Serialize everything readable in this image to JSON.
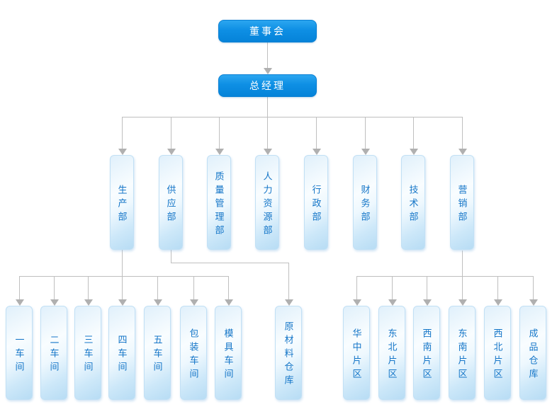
{
  "chart": {
    "type": "org-chart",
    "root": "董事会",
    "general_manager": "总经理",
    "departments": [
      "生产部",
      "供应部",
      "质量管理部",
      "人力资源部",
      "行政部",
      "财务部",
      "技术部",
      "营销部"
    ],
    "groups": [
      {
        "parent": "生产部",
        "children": [
          "一车间",
          "二车间",
          "三车间",
          "四车间",
          "五车间",
          "包装车间",
          "模具车间"
        ]
      },
      {
        "parent": "供应部",
        "children": [
          "原材料仓库"
        ]
      },
      {
        "parent": "营销部",
        "children": [
          "华中片区",
          "东北片区",
          "西南片区",
          "东南片区",
          "西北片区",
          "成品仓库"
        ]
      }
    ],
    "colors": {
      "executive_box_top": "#2ba6f0",
      "executive_box_bottom": "#0583d9",
      "executive_text": "#ffffff",
      "leaf_box_light": "#f9fdff",
      "leaf_box_blue": "#b7dcf4",
      "leaf_border": "#c2e0f5",
      "leaf_text": "#1576c8",
      "connector": "#bfbfbf",
      "arrowhead": "#b0b0b0"
    }
  }
}
